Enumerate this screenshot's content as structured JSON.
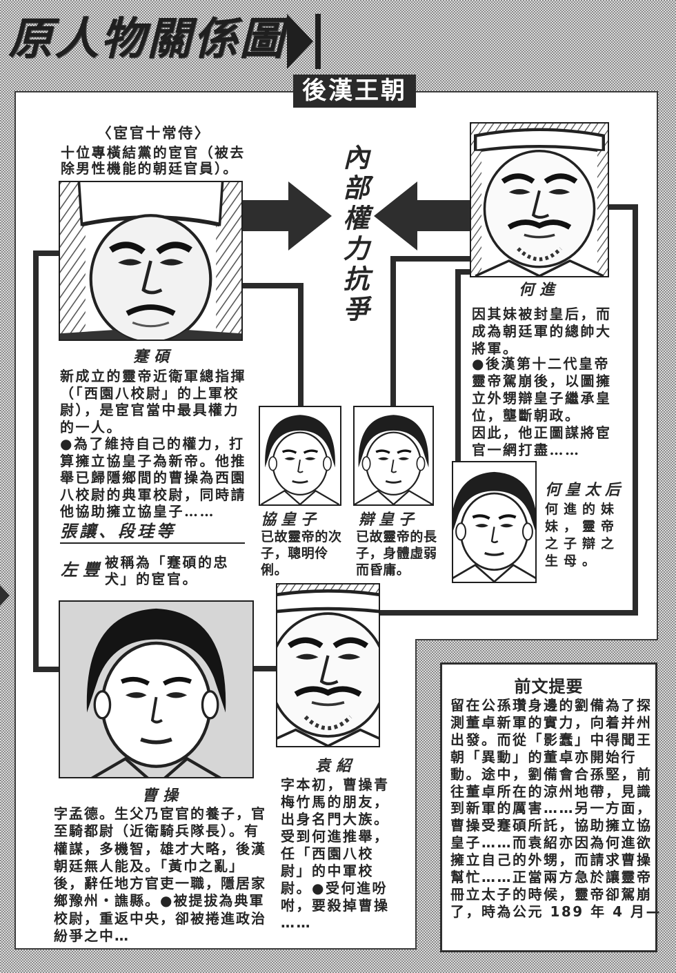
{
  "header": {
    "title": "原人物關係圖",
    "subtitle": "後漢王朝"
  },
  "center_label": "內部權力抗爭",
  "eunuch_group": {
    "heading": "〈宦官十常侍〉",
    "lines": [
      "十位專橫結黨的宦官（被去",
      "除男性機能的朝廷官員）。"
    ]
  },
  "characters": {
    "jian_shuo": {
      "name": "蹇碩",
      "lines": [
        "新成立的靈帝近衛軍總指揮",
        "（「西園八校尉」的上軍校",
        "尉），是宦官當中最具權力",
        "的一人。"
      ],
      "notes": [
        "●為了維持自己的權力，打",
        "算擁立協皇子為新帝。他推",
        "舉已歸隱鄉間的曹操為西園",
        "八校尉的典軍校尉，同時請",
        "他協助擁立協皇子……"
      ],
      "associates": "張讓、段珪等"
    },
    "zuo_feng": {
      "name": "左豐",
      "lines": [
        "被稱為「蹇碩的忠",
        "犬」的宦官。"
      ]
    },
    "xie": {
      "name": "協皇子",
      "lines": [
        "已故靈帝的次",
        "子，聰明伶",
        "俐。"
      ]
    },
    "bian": {
      "name": "辯皇子",
      "lines": [
        "已故靈帝的長",
        "子，身體虛弱",
        "而昏庸。"
      ]
    },
    "he_jin": {
      "name": "何進",
      "lines": [
        "因其妹被封皇后，而",
        "成為朝廷軍的總帥大",
        "將軍。"
      ],
      "notes": [
        "●後漢第十二代皇帝",
        "靈帝駕崩後，以圖擁",
        "立外甥辯皇子繼承皇",
        "位，壟斷朝政。",
        "因此，他正圖謀將宦",
        "官一網打盡……"
      ]
    },
    "he_taihou": {
      "name": "何皇太后",
      "lines": [
        "何進的妹",
        "妹，靈帝",
        "之子辯之",
        "生母。"
      ]
    },
    "cao_cao": {
      "name": "曹操",
      "lines": [
        "字孟德。生父乃宦官的養子，官",
        "至騎都尉（近衛騎兵隊長）。有",
        "權謀，多機智，雄才大略，後漢",
        "朝廷無人能及。「黃巾之亂」",
        "後，辭任地方官吏一職，隱居家",
        "鄉豫州・譙縣。●被提拔為典軍",
        "校尉，重返中央，卻被捲進政治",
        "紛爭之中…"
      ]
    },
    "yuan_shao": {
      "name": "袁紹",
      "lines": [
        "字本初，曹操青",
        "梅竹馬的朋友，",
        "出身名門大族。",
        "受到何進推舉，",
        "任「西園八校",
        "尉」的中軍校",
        "尉。●受何進吩",
        "咐，要殺掉曹操",
        "……"
      ]
    }
  },
  "summary": {
    "title": "前文提要",
    "lines": [
      "留在公孫瓚身邊的劉備為了探",
      "測董卓新軍的實力，向着并州",
      "出發。而從「影蠢」中得聞王",
      "朝「異動」的董卓亦開始行",
      "動。途中，劉備會合孫堅，前",
      "往董卓所在的涼州地帶，見識",
      "到新軍的厲害……另一方面，",
      "曹操受蹇碩所託，協助擁立協",
      "皇子……而袁紹亦因為何進欲",
      "擁立自己的外甥，而請求曹操",
      "幫忙……正當兩方急於讓靈帝",
      "冊立太子的時候，靈帝卻駕崩",
      "了，時為公元 189 年 4 月—"
    ]
  },
  "icons": {
    "title_marker": "triangle-bracket-icon",
    "arrow_from_eunuchs": "arrow-right-icon",
    "arrow_from_he_jin": "arrow-left-icon",
    "page_edge_marker": "triangle-right-icon"
  },
  "colors": {
    "ink": "#2b2b2b",
    "panel": "#ffffff",
    "halftone_dark": "#8a8a8a",
    "halftone_light": "#dedede",
    "subtitle_bg": "#2a2a2a"
  }
}
